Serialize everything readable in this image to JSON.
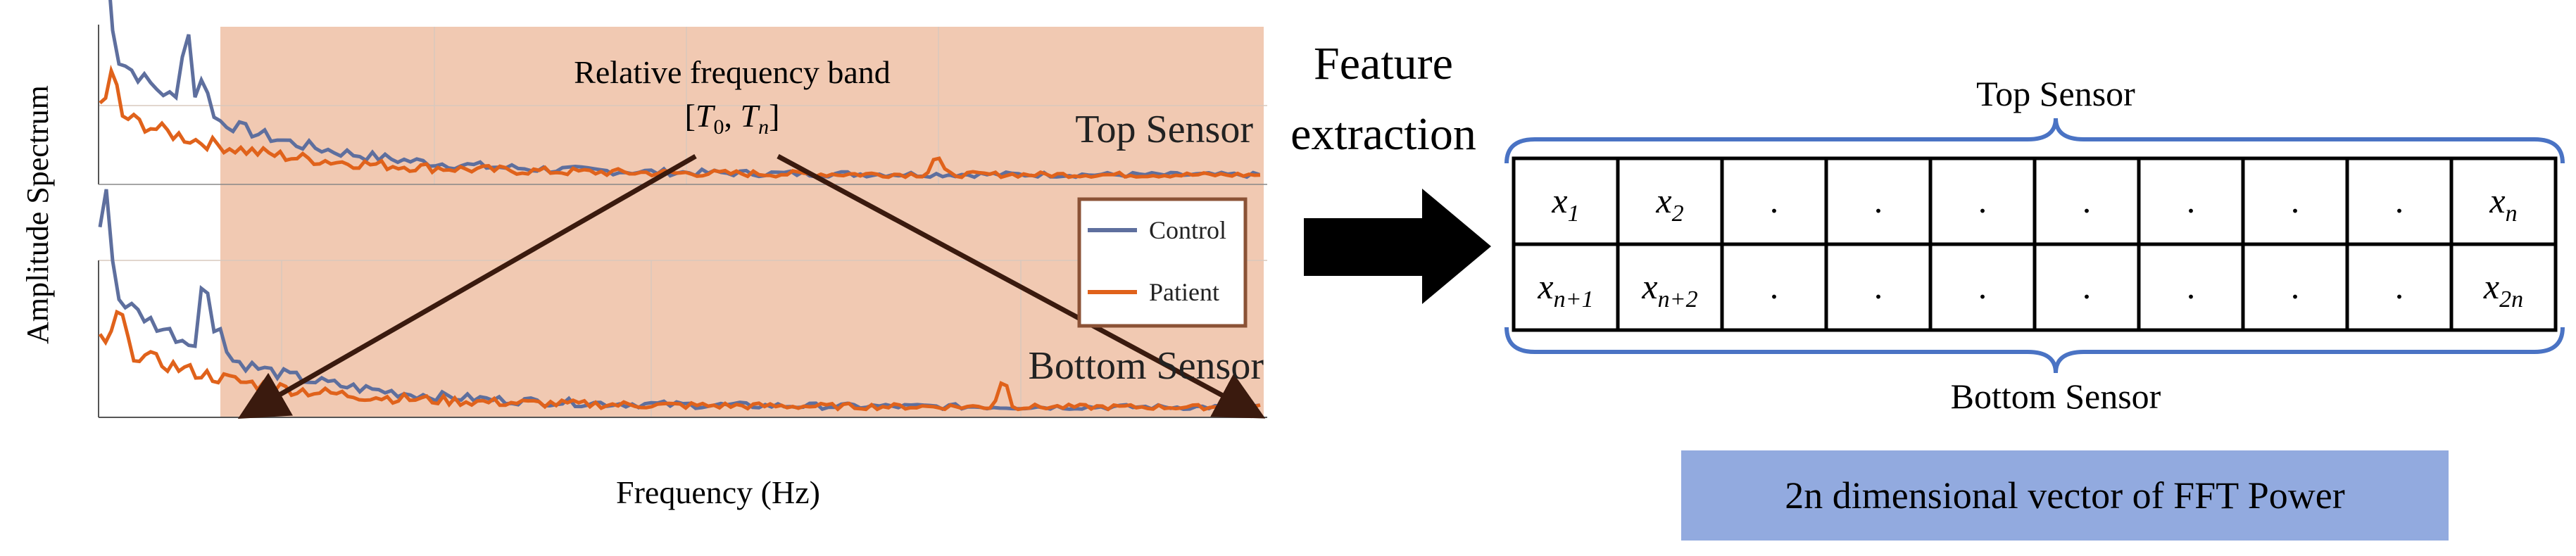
{
  "plot": {
    "ylabel": "Amplitude Spectrum",
    "xlabel": "Frequency (Hz)",
    "band_title": "Relative frequency band",
    "band_range": {
      "open": "[",
      "t0_base": "T",
      "t0_sub": "0",
      "sep": ", ",
      "tn_base": "T",
      "tn_sub": "n",
      "close": "]"
    },
    "top_label": "Top Sensor",
    "bottom_label": "Bottom Sensor",
    "legend": [
      {
        "name": "Control",
        "color": "#5e6f9e"
      },
      {
        "name": "Patient",
        "color": "#e0621b"
      }
    ],
    "band_color": "#eebfa4"
  },
  "arrow_text": {
    "line1": "Feature",
    "line2": "extraction"
  },
  "vector": {
    "top_label": "Top Sensor",
    "bottom_label": "Bottom Sensor",
    "row1": [
      {
        "base": "x",
        "sub": "1"
      },
      {
        "base": "x",
        "sub": "2"
      },
      {
        "base": "."
      },
      {
        "base": "."
      },
      {
        "base": "."
      },
      {
        "base": "."
      },
      {
        "base": "."
      },
      {
        "base": "."
      },
      {
        "base": "."
      },
      {
        "base": "x",
        "sub": "n"
      }
    ],
    "row2": [
      {
        "base": "x",
        "sub": "n+1"
      },
      {
        "base": "x",
        "sub": "n+2"
      },
      {
        "base": "."
      },
      {
        "base": "."
      },
      {
        "base": "."
      },
      {
        "base": "."
      },
      {
        "base": "."
      },
      {
        "base": "."
      },
      {
        "base": "."
      },
      {
        "base": "x",
        "sub": "2n"
      }
    ],
    "caption": "2n dimensional vector of FFT Power",
    "brace_color": "#4a73c4",
    "caption_bg": "#92aadf"
  }
}
